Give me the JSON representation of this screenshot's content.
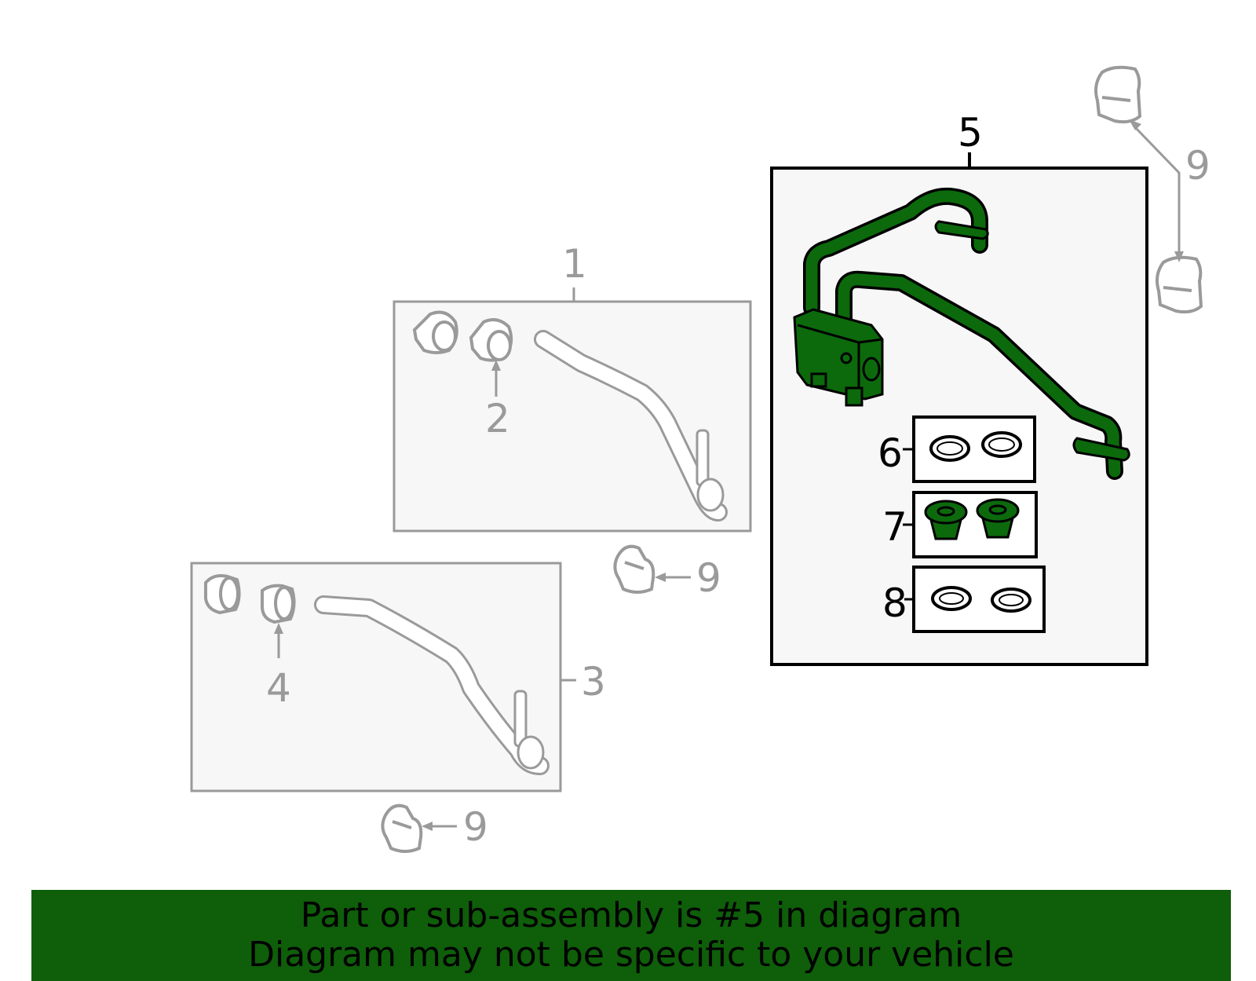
{
  "callouts": {
    "c1": "1",
    "c2": "2",
    "c3": "3",
    "c4": "4",
    "c5": "5",
    "c6": "6",
    "c7": "7",
    "c8": "8",
    "c9": "9"
  },
  "banner": {
    "line1": "Part or sub-assembly is #5 in diagram",
    "line2": "Diagram may not be specific to your vehicle"
  },
  "colors": {
    "highlight": "#0f5e0a",
    "part_fill": "#0c6a0c",
    "outline_gray": "#9a9a9a",
    "box_fill": "#f7f7f7"
  }
}
